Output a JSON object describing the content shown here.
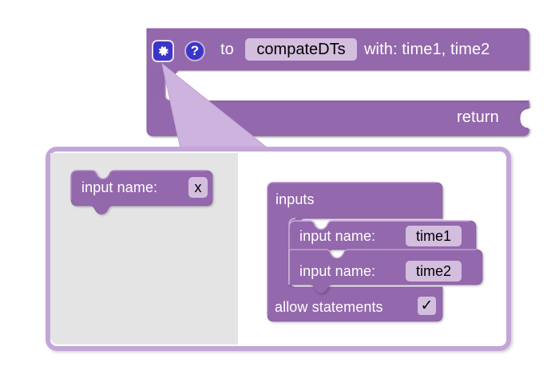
{
  "app": {
    "name": "blockly-mutator-editor",
    "background": "#ffffff"
  },
  "colors": {
    "block_fill": "#9367ac",
    "block_fill_dark": "#7e5597",
    "block_highlight": "#a87fbe",
    "block_stroke": "#82589c",
    "field_bg": "#d3bede",
    "field_text": "#000000",
    "block_text": "#ffffff",
    "icon_blue": "#3b35c8",
    "bubble_border": "#c3a6d8",
    "bubble_bg": "#ffffff",
    "flyout_bg": "#e4e4e4",
    "connector_fill": "#cdb3dd"
  },
  "procedure_block": {
    "name": "procedure-definition-block",
    "gear_icon": "gear-icon",
    "help_icon": "question-mark-icon",
    "to_label": "to",
    "procedure_name": "compateDTs",
    "with_label": "with: time1, time2",
    "return_label": "return",
    "has_value_socket": true
  },
  "mutator_bubble": {
    "name": "mutator-bubble",
    "flyout": {
      "name": "mutator-flyout",
      "blocks": [
        {
          "name": "flyout-input-name-block",
          "label": "input name:",
          "value": "x"
        }
      ]
    },
    "workspace": {
      "name": "mutator-workspace",
      "container": {
        "name": "inputs-container-block",
        "label": "inputs",
        "children": [
          {
            "name": "input-name-block-1",
            "label": "input name:",
            "value": "time1"
          },
          {
            "name": "input-name-block-2",
            "label": "input name:",
            "value": "time2"
          }
        ],
        "footer": {
          "name": "allow-statements-row",
          "label": "allow statements",
          "checkbox_checked": true,
          "check_glyph": "✓"
        }
      }
    }
  }
}
